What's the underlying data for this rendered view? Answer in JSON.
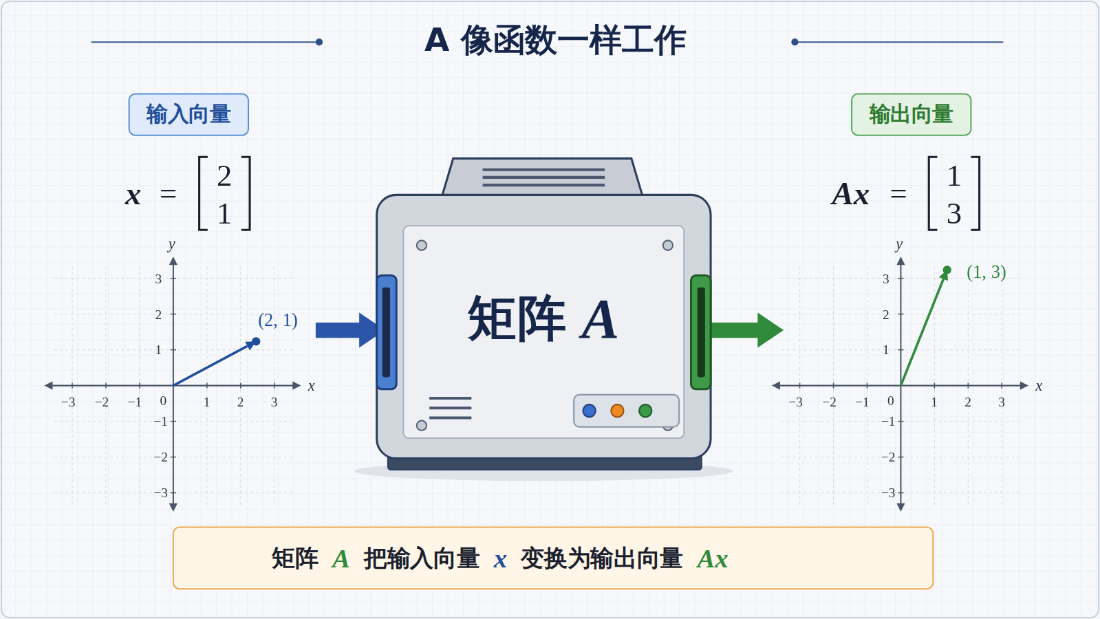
{
  "diagram": {
    "title": "A 像函数一样工作",
    "nodes": [
      {
        "text": [
          "输入向量"
        ]
      },
      {
        "text": [
          "输出向量"
        ]
      },
      {
        "text": [
          "矩阵",
          "A"
        ]
      },
      {
        "text": [
          "矩阵",
          "A",
          "把输入向量",
          "x",
          "变换为输出向量",
          "Ax"
        ]
      }
    ],
    "labels": [
      "x",
      "=",
      "2",
      "1",
      "Ax",
      "=",
      "1",
      "3",
      "y",
      "x",
      "3",
      "2",
      "1",
      "−1",
      "−2",
      "−3",
      "−3",
      "−2",
      "−1",
      "0",
      "1",
      "2",
      "3",
      "(2, 1)",
      "y",
      "x",
      "3",
      "2",
      "1",
      "−1",
      "−2",
      "−3",
      "−3",
      "−2",
      "−1",
      "0",
      "1",
      "2",
      "3",
      "(1, 3)"
    ]
  }
}
